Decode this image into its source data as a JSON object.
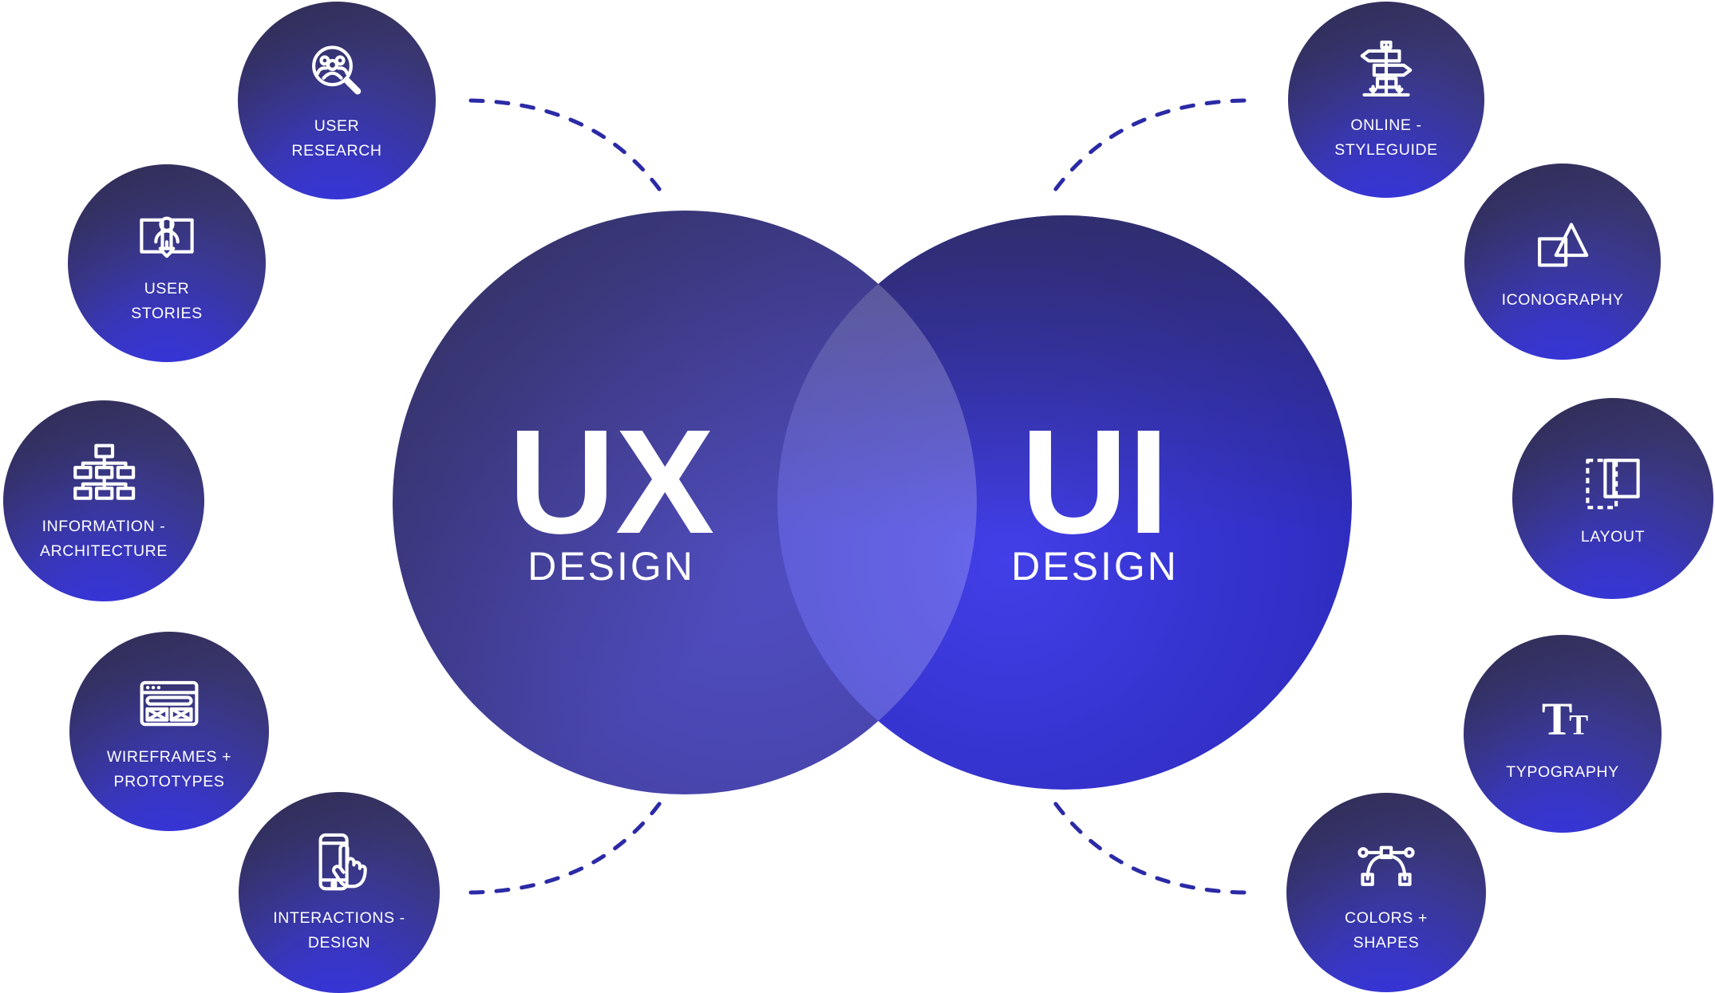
{
  "diagram_title": "UX vs UI Design venn diagram",
  "colors": {
    "background": "#ffffff",
    "satellite_dark": "#383463",
    "satellite_bright": "#3434e6",
    "ux_circle_bright": "#514ec4",
    "ux_circle_dark": "#3e3b80",
    "ui_circle_bright": "#403ee0",
    "ui_circle_dark": "#2b29a8",
    "overlap": "rgba(255,255,255,0.21)",
    "connector": "#2b2aa6",
    "text": "#ffffff"
  },
  "main": {
    "left": {
      "title": "UX",
      "subtitle": "DESIGN"
    },
    "right": {
      "title": "UI",
      "subtitle": "DESIGN"
    }
  },
  "satellites": [
    {
      "id": "user-research",
      "icon": "user-research-magnifier-icon",
      "lines": [
        "USER",
        "RESEARCH"
      ]
    },
    {
      "id": "user-stories",
      "icon": "user-stories-book-icon",
      "lines": [
        "USER",
        "STORIES"
      ]
    },
    {
      "id": "information-architecture",
      "icon": "sitemap-icon",
      "lines": [
        "INFORMATION -",
        "ARCHITECTURE"
      ]
    },
    {
      "id": "wireframes-prototypes",
      "icon": "wireframe-browser-icon",
      "lines": [
        "WIREFRAMES +",
        "PROTOTYPES"
      ]
    },
    {
      "id": "interactions-design",
      "icon": "phone-tap-icon",
      "lines": [
        "INTERACTIONS -",
        "DESIGN"
      ]
    },
    {
      "id": "online-styleguide",
      "icon": "signpost-icon",
      "lines": [
        "ONLINE -",
        "STYLEGUIDE"
      ]
    },
    {
      "id": "iconography",
      "icon": "square-triangle-icon",
      "lines": [
        "ICONOGRAPHY"
      ]
    },
    {
      "id": "layout",
      "icon": "layout-columns-icon",
      "lines": [
        "LAYOUT"
      ]
    },
    {
      "id": "typography",
      "icon": "typography-Tt-icon",
      "lines": [
        "TYPOGRAPHY"
      ]
    },
    {
      "id": "colors-shapes",
      "icon": "bezier-curve-icon",
      "lines": [
        "COLORS +",
        "SHAPES"
      ]
    }
  ]
}
